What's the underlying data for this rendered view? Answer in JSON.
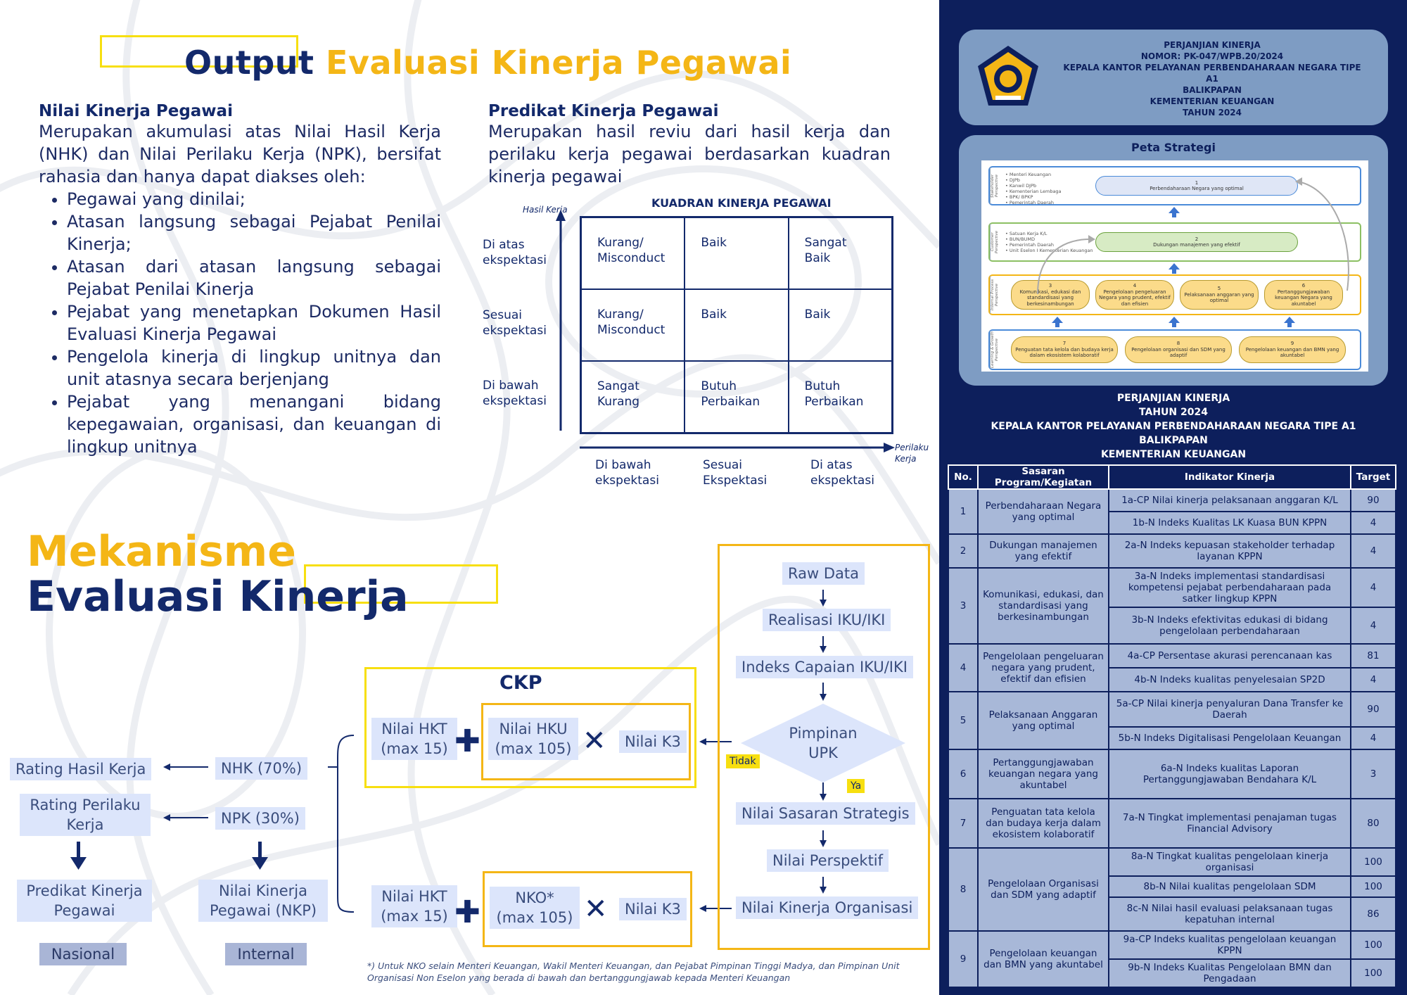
{
  "output": {
    "title_a": "Output",
    "title_b": "Evaluasi Kinerja Pegawai",
    "nkp_head": "Nilai Kinerja Pegawai",
    "nkp_text": "Merupakan akumulasi atas Nilai Hasil Kerja (NHK) dan Nilai Perilaku Kerja (NPK), bersifat rahasia dan hanya dapat diakses oleh:",
    "nkp_list": [
      "Pegawai yang dinilai;",
      "Atasan langsung sebagai Pejabat Penilai Kinerja;",
      "Atasan dari atasan langsung sebagai Pejabat Penilai Kinerja",
      "Pejabat yang menetapkan Dokumen Hasil Evaluasi Kinerja Pegawai",
      "Pengelola kinerja di lingkup unitnya dan unit atasnya secara berjenjang",
      "Pejabat yang menangani bidang kepegawaian, organisasi, dan keuangan di lingkup unitnya"
    ],
    "pred_head": "Predikat Kinerja Pegawai",
    "pred_text": "Merupakan hasil reviu dari hasil kerja dan perilaku kerja pegawai berdasarkan kuadran kinerja pegawai"
  },
  "quadrant": {
    "title": "KUADRAN KINERJA PEGAWAI",
    "y_axis_name": "Hasil Kerja",
    "x_axis_name": "Perilaku Kerja",
    "y_labels": [
      "Di atas ekspektasi",
      "Sesuai ekspektasi",
      "Di bawah ekspektasi"
    ],
    "x_labels": [
      "Di bawah ekspektasi",
      "Sesuai Ekspektasi",
      "Di atas ekspektasi"
    ],
    "cells": [
      [
        "Kurang/ Misconduct",
        "Baik",
        "Sangat Baik"
      ],
      [
        "Kurang/ Misconduct",
        "Baik",
        "Baik"
      ],
      [
        "Sangat Kurang",
        "Butuh Perbaikan",
        "Butuh Perbaikan"
      ]
    ]
  },
  "mekanisme": {
    "title_a": "Mekanisme",
    "title_b": "Evaluasi Kinerja",
    "ckp": "CKP",
    "hkt1": "Nilai HKT (max 15)",
    "hku": "Nilai HKU (max 105)",
    "k3_1": "Nilai K3",
    "hkt2": "Nilai HKT (max 15)",
    "nko": "NKO* (max 105)",
    "k3_2": "Nilai K3",
    "flow": [
      "Raw Data",
      "Realisasi IKU/IKI",
      "Indeks Capaian IKU/IKI"
    ],
    "decision": "Pimpinan UPK",
    "tidak": "Tidak",
    "ya": "Ya",
    "flow2": [
      "Nilai Sasaran Strategis",
      "Nilai Perspektif",
      "Nilai Kinerja Organisasi"
    ],
    "nhk": "NHK (70%)",
    "npk": "NPK (30%)",
    "rating_hk": "Rating Hasil Kerja",
    "rating_pk": "Rating Perilaku Kerja",
    "predikat": "Predikat Kinerja Pegawai",
    "nkp": "Nilai Kinerja Pegawai (NKP)",
    "nasional": "Nasional",
    "internal": "Internal",
    "footnote": "*) Untuk NKO selain Menteri Keuangan, Wakil Menteri Keuangan, dan Pejabat Pimpinan Tinggi Madya, dan Pimpinan Unit Organisasi Non Eselon yang berada di bawah dan bertanggungjawab kepada Menteri Keuangan"
  },
  "right": {
    "pk_lines": [
      "PERJANJIAN KINERJA",
      "NOMOR: PK-047/WPB.20/2024",
      "KEPALA KANTOR PELAYANAN PERBENDAHARAAN NEGARA TIPE A1",
      "BALIKPAPAN",
      "KEMENTERIAN KEUANGAN",
      "TAHUN 2024"
    ],
    "peta_title": "Peta Strategi",
    "peta": {
      "row1_list": [
        "• Menteri Keuangan",
        "• DJPb",
        "• Kanwil DJPb",
        "• Kementerian Lembaga",
        "• BPK/ BPKP",
        "• Pemerintah Daerah"
      ],
      "row2_list": [
        "• Satuan Kerja K/L",
        "• BUN/BUMD",
        "• Pemerintah Daerah",
        "• Unit Eselon I Kementerian Keuangan"
      ],
      "row1_side": "Stakeholder Perspective",
      "row2_side": "Customer Perspective",
      "row3_side": "Internal Process Perspective",
      "row4_side": "Learning & Growth Perspective",
      "n1": [
        "1",
        "Perbendaharaan Negara yang optimal"
      ],
      "n2": [
        "2",
        "Dukungan manajemen yang efektif"
      ],
      "n3": [
        "3",
        "Komunikasi, edukasi dan standardisasi yang berkesinambungan"
      ],
      "n4": [
        "4",
        "Pengelolaan pengeluaran Negara yang prudent, efektif dan efisien"
      ],
      "n5": [
        "5",
        "Pelaksanaan anggaran yang optimal"
      ],
      "n6": [
        "6",
        "Pertanggungjawaban keuangan Negara yang akuntabel"
      ],
      "n7": [
        "7",
        "Penguatan tata kelola dan budaya kerja dalam ekosistem kolaboratif"
      ],
      "n8": [
        "8",
        "Pengelolaan organisasi dan SDM yang adaptif"
      ],
      "n9": [
        "9",
        "Pengelolaan keuangan dan BMN yang akuntabel"
      ]
    },
    "pk2_lines": [
      "PERJANJIAN KINERJA",
      "TAHUN 2024",
      "KEPALA KANTOR PELAYANAN PERBENDAHARAAN NEGARA TIPE A1 BALIKPAPAN",
      "KEMENTERIAN KEUANGAN"
    ],
    "table_headers": [
      "No.",
      "Sasaran Program/Kegiatan",
      "Indikator Kinerja",
      "Target"
    ],
    "groups": [
      {
        "no": "1",
        "sasaran": "Perbendaharaan Negara yang optimal",
        "rows": [
          [
            "1a-CP Nilai kinerja pelaksanaan anggaran K/L",
            "90"
          ],
          [
            "1b-N Indeks Kualitas LK Kuasa BUN KPPN",
            "4"
          ]
        ]
      },
      {
        "no": "2",
        "sasaran": "Dukungan manajemen yang efektif",
        "rows": [
          [
            "2a-N Indeks kepuasan stakeholder terhadap layanan KPPN",
            "4"
          ]
        ]
      },
      {
        "no": "3",
        "sasaran": "Komunikasi, edukasi, dan standardisasi yang berkesinambungan",
        "rows": [
          [
            "3a-N Indeks implementasi standardisasi kompetensi pejabat perbendaharaan pada satker lingkup KPPN",
            "4"
          ],
          [
            "3b-N Indeks efektivitas edukasi di bidang pengelolaan perbendaharaan",
            "4"
          ]
        ]
      },
      {
        "no": "4",
        "sasaran": "Pengelolaan pengeluaran negara yang prudent, efektif dan efisien",
        "rows": [
          [
            "4a-CP Persentase akurasi perencanaan kas",
            "81"
          ],
          [
            "4b-N Indeks kualitas penyelesaian SP2D",
            "4"
          ]
        ]
      },
      {
        "no": "5",
        "sasaran": "Pelaksanaan Anggaran yang optimal",
        "rows": [
          [
            "5a-CP Nilai kinerja penyaluran Dana Transfer ke Daerah",
            "90"
          ],
          [
            "5b-N Indeks Digitalisasi Pengelolaan Keuangan",
            "4"
          ]
        ]
      },
      {
        "no": "6",
        "sasaran": "Pertanggungjawaban keuangan negara yang akuntabel",
        "rows": [
          [
            "6a-N Indeks kualitas Laporan Pertanggungjawaban Bendahara K/L",
            "3"
          ]
        ]
      },
      {
        "no": "7",
        "sasaran": "Penguatan tata kelola dan budaya kerja dalam ekosistem kolaboratif",
        "rows": [
          [
            "7a-N Tingkat implementasi penajaman tugas Financial Advisory",
            "80"
          ]
        ]
      },
      {
        "no": "8",
        "sasaran": "Pengelolaan Organisasi dan SDM yang adaptif",
        "rows": [
          [
            "8a-N Tingkat kualitas pengelolaan kinerja organisasi",
            "100"
          ],
          [
            "8b-N Nilai kualitas pengelolaan SDM",
            "100"
          ],
          [
            "8c-N Nilai hasil evaluasi pelaksanaan tugas kepatuhan internal",
            "86"
          ]
        ]
      },
      {
        "no": "9",
        "sasaran": "Pengelolaan keuangan dan BMN yang akuntabel",
        "rows": [
          [
            "9a-CP Indeks kualitas pengelolaan keuangan KPPN",
            "100"
          ],
          [
            "9b-N Indeks Kualitas Pengelolaan BMN dan Pengadaan",
            "100"
          ]
        ]
      }
    ]
  }
}
